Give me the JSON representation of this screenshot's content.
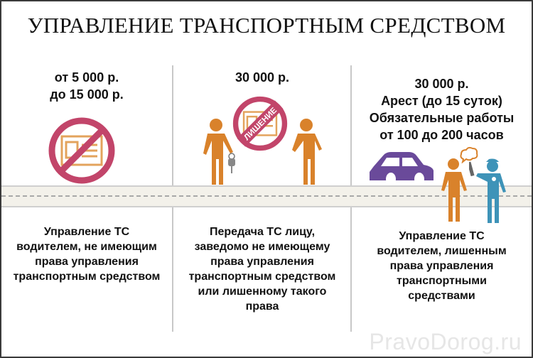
{
  "title": "УПРАВЛЕНИЕ ТРАНСПОРТНЫМ СРЕДСТВОМ",
  "columns": [
    {
      "fine_lines": [
        "от 5 000 р.",
        "до 15 000 р."
      ],
      "description_lines": [
        "Управление ТС",
        "водителем, не имеющим",
        "права управления",
        "транспортным средством"
      ]
    },
    {
      "fine_lines": [
        "30 000 р."
      ],
      "stamp_text": "ЛИШЕНИЕ",
      "description_lines": [
        "Передача ТС лицу,",
        "заведомо не имеющему",
        "права управления",
        "транспортным средством",
        "или лишенному такого",
        "права"
      ]
    },
    {
      "fine_lines": [
        "30 000 р.",
        "Арест (до 15 суток)",
        "Обязательные работы",
        "от 100 до 200 часов"
      ],
      "description_lines": [
        "Управление ТС",
        "водителем, лишенным",
        "права управления",
        "транспортными",
        "средствами"
      ]
    }
  ],
  "watermark": "PravoDorog.ru",
  "colors": {
    "prohibition": "#c2456a",
    "person": "#d9822b",
    "officer": "#3e93b8",
    "car": "#6a4a9a",
    "license": "#e3a35c"
  }
}
